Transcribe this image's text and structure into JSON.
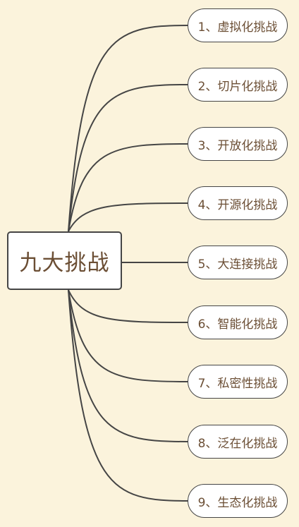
{
  "root": {
    "label": "九大挑战"
  },
  "branches": [
    {
      "label": "1、虚拟化挑战"
    },
    {
      "label": "2、切片化挑战"
    },
    {
      "label": "3、开放化挑战"
    },
    {
      "label": "4、开源化挑战"
    },
    {
      "label": "5、大连接挑战"
    },
    {
      "label": "6、智能化挑战"
    },
    {
      "label": "7、私密性挑战"
    },
    {
      "label": "8、泛在化挑战"
    },
    {
      "label": "9、生态化挑战"
    }
  ],
  "colors": {
    "background": "#fbf3dc",
    "node_fill": "#ffffff",
    "stroke": "#454545",
    "text": "#6b4e34"
  }
}
